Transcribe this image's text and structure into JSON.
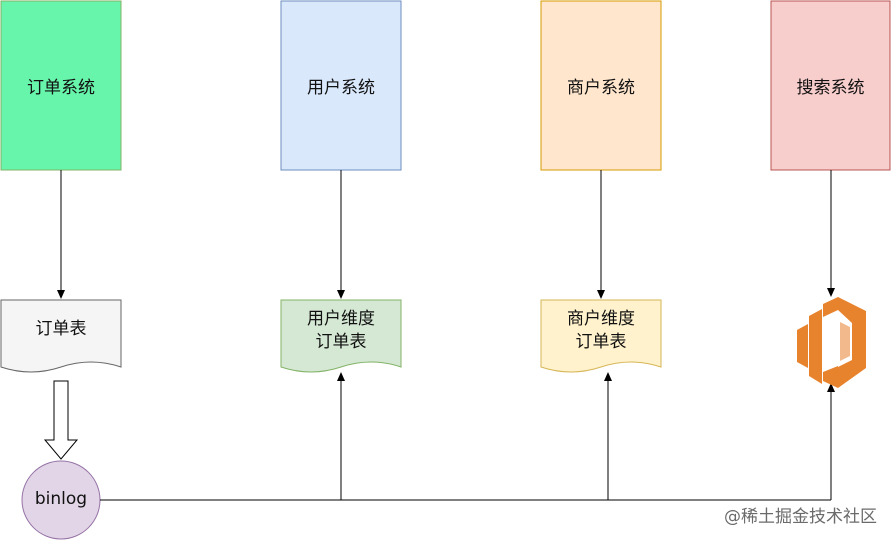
{
  "systems": [
    {
      "label": "订单系统",
      "fill": "#66f5ab",
      "stroke": "#82b366"
    },
    {
      "label": "用户系统",
      "fill": "#dae8fc",
      "stroke": "#6c8ebf"
    },
    {
      "label": "商户系统",
      "fill": "#ffe6cc",
      "stroke": "#d79b00"
    },
    {
      "label": "搜索系统",
      "fill": "#f8cecc",
      "stroke": "#b85450"
    }
  ],
  "documents": [
    {
      "line1": "订单表",
      "line2": "",
      "fill": "#f5f5f5",
      "stroke": "#666666"
    },
    {
      "line1": "用户维度",
      "line2": "订单表",
      "fill": "#d5e8d4",
      "stroke": "#82b366"
    },
    {
      "line1": "商户维度",
      "line2": "订单表",
      "fill": "#fff2cc",
      "stroke": "#d6b656"
    }
  ],
  "binlog": {
    "label": "binlog",
    "fill": "#e1d5e7",
    "stroke": "#9673a6"
  },
  "search_icon": {
    "name": "elasticsearch-icon",
    "color": "#e7822d"
  },
  "watermark": "@稀土掘金技术社区"
}
